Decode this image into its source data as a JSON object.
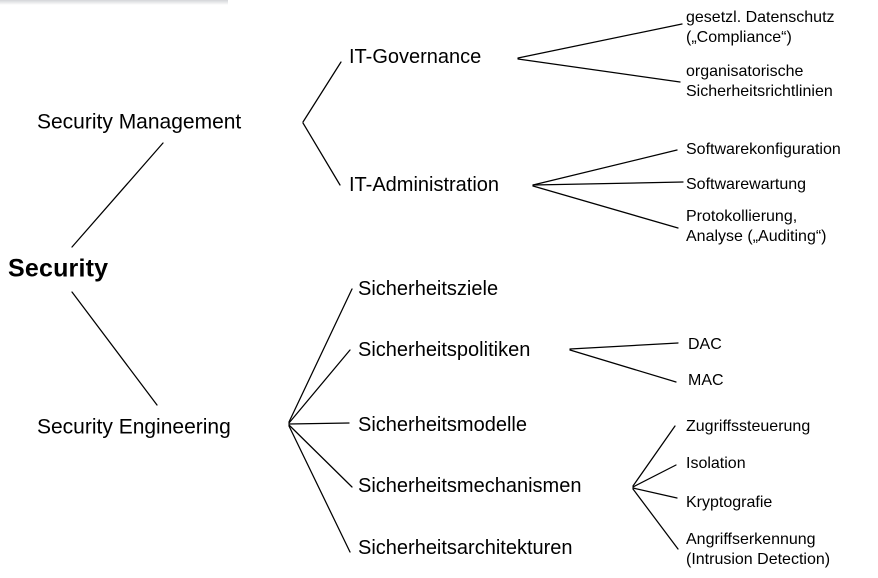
{
  "page": {
    "background": "#ffffff",
    "text_color": "#000000",
    "line_color": "#000000"
  },
  "tree": {
    "root": {
      "label": "Security"
    },
    "branches": [
      {
        "label": "Security Management",
        "children": [
          {
            "label": "IT-Governance",
            "children": [
              {
                "label": "gesetzl. Datenschutz\n(„Compliance“)"
              },
              {
                "label": "organisatorische\nSicherheitsrichtlinien"
              }
            ]
          },
          {
            "label": "IT-Administration",
            "children": [
              {
                "label": "Softwarekonfiguration"
              },
              {
                "label": "Softwarewartung"
              },
              {
                "label": "Protokollierung,\nAnalyse („Auditing“)"
              }
            ]
          }
        ]
      },
      {
        "label": "Security Engineering",
        "children": [
          {
            "label": "Sicherheitsziele"
          },
          {
            "label": "Sicherheitspolitiken",
            "children": [
              {
                "label": "DAC"
              },
              {
                "label": "MAC"
              }
            ]
          },
          {
            "label": "Sicherheitsmodelle"
          },
          {
            "label": "Sicherheitsmechanismen",
            "children": [
              {
                "label": "Zugriffssteuerung"
              },
              {
                "label": "Isolation"
              },
              {
                "label": "Kryptografie"
              },
              {
                "label": "Angriffserkennung\n(Intrusion Detection)"
              }
            ]
          },
          {
            "label": "Sicherheitsarchitekturen"
          }
        ]
      }
    ]
  }
}
